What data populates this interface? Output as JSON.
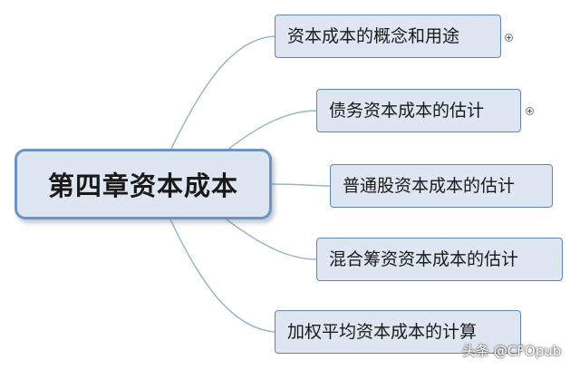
{
  "central_topic": "第四章资本成本",
  "subtopics": [
    {
      "label": "资本成本的概念和用途",
      "collapsed": true
    },
    {
      "label": "债务资本成本的估计",
      "collapsed": true
    },
    {
      "label": "普通股资本成本的估计",
      "collapsed": false
    },
    {
      "label": "混合筹资资本成本的估计",
      "collapsed": false
    },
    {
      "label": "加权平均资本成本的计算",
      "collapsed": false
    }
  ],
  "watermark": "头条 @CFOpub",
  "colors": {
    "node_fill": "#dde6f1",
    "node_border": "#5e86b5",
    "connector": "#9bb7c4"
  }
}
